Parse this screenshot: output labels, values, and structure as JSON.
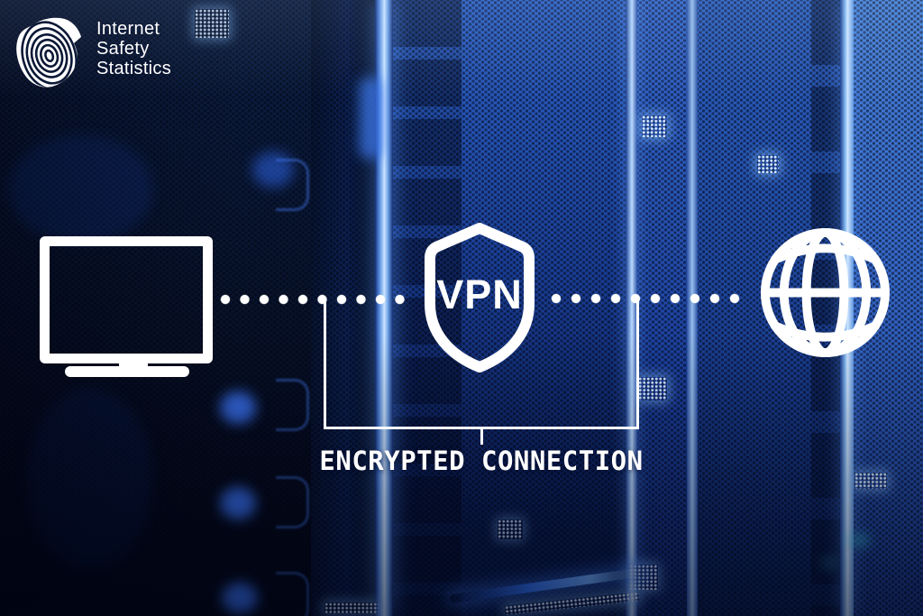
{
  "brand": {
    "icon": "fingerprint-shield-icon",
    "name_lines": [
      "Internet",
      "Safety",
      "Statistics"
    ]
  },
  "diagram": {
    "vpn_shield_label": "VPN",
    "caption": "ENCRYPTED CONNECTION",
    "nodes": [
      {
        "id": "client-device",
        "icon": "monitor-icon"
      },
      {
        "id": "vpn-server",
        "icon": "vpn-shield-icon",
        "label": "VPN"
      },
      {
        "id": "internet",
        "icon": "globe-icon"
      }
    ],
    "links": [
      {
        "from": "client-device",
        "to": "vpn-server",
        "style": "dotted"
      },
      {
        "from": "vpn-server",
        "to": "internet",
        "style": "dotted"
      }
    ]
  },
  "scene": {
    "background": "blue server room racks",
    "icon_color": "#ffffff",
    "accent_blue": "#2a5cc0",
    "highlight_blue": "#9cc8f4"
  }
}
